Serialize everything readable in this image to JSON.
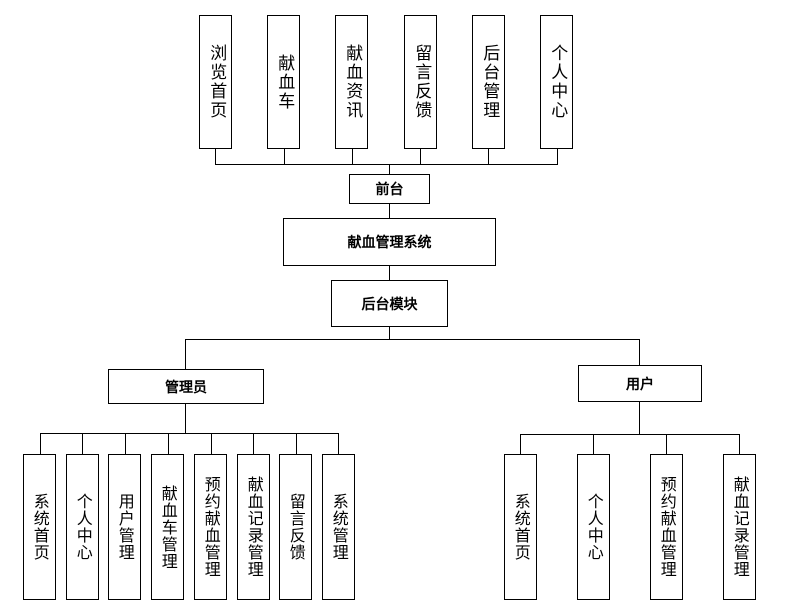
{
  "front": {
    "label": "前台",
    "items": [
      "浏览首页",
      "献血车",
      "献血资讯",
      "留言反馈",
      "后台管理",
      "个人中心"
    ]
  },
  "system": {
    "label": "献血管理系统"
  },
  "backend": {
    "label": "后台模块"
  },
  "admin": {
    "label": "管理员",
    "items": [
      "系统首页",
      "个人中心",
      "用户管理",
      "献血车管理",
      "预约献血管理",
      "献血记录管理",
      "留言反馈",
      "系统管理"
    ]
  },
  "user": {
    "label": "用户",
    "items": [
      "系统首页",
      "个人中心",
      "预约献血管理",
      "献血记录管理"
    ]
  }
}
